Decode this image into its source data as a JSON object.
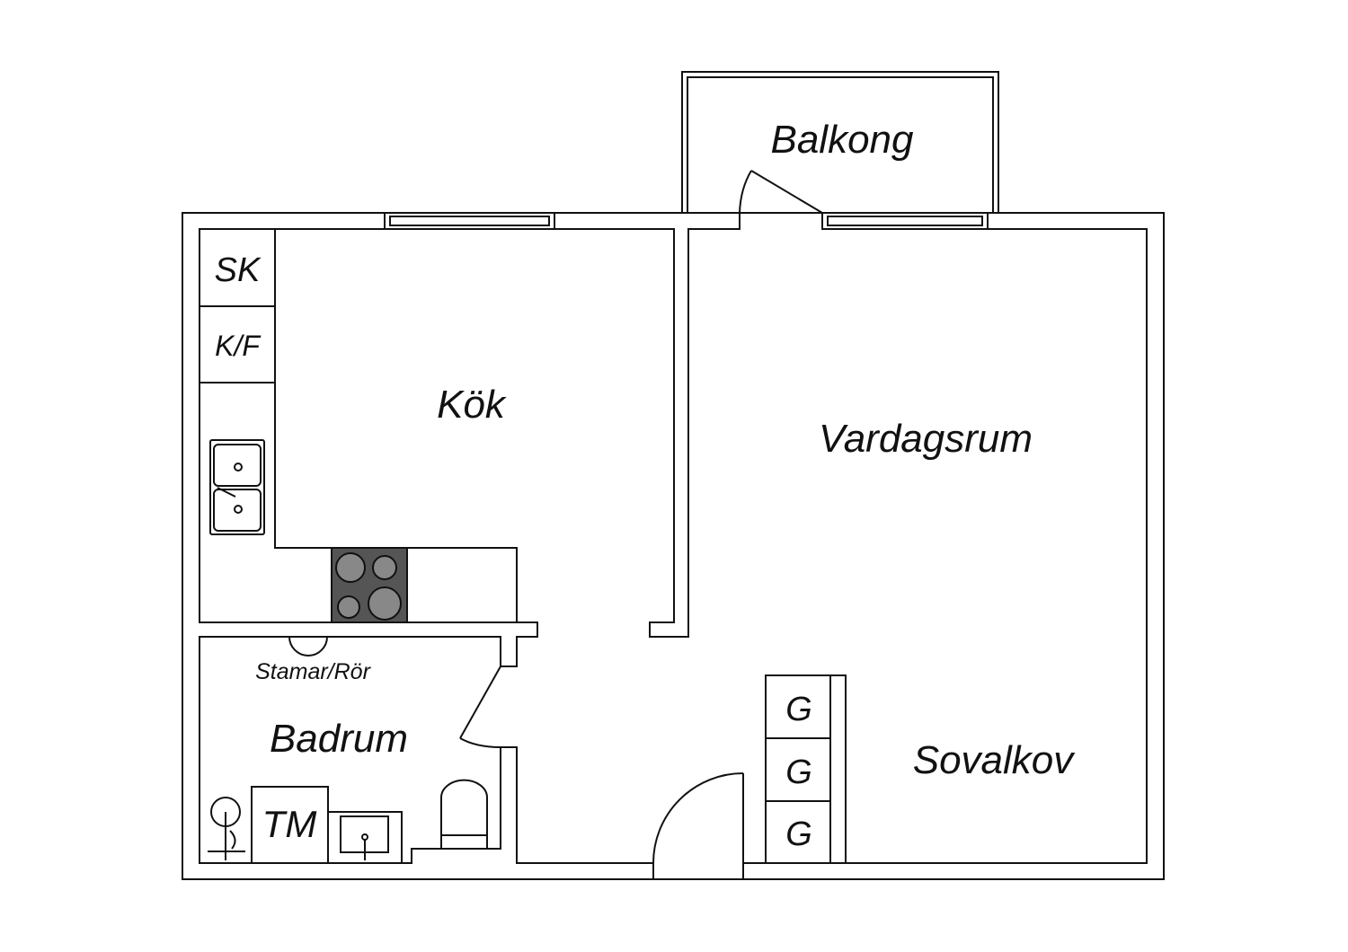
{
  "rooms": {
    "balcony": "Balkong",
    "kitchen": "Kök",
    "living_room": "Vardagsrum",
    "bedroom_alcove": "Sovalkov",
    "bathroom": "Badrum"
  },
  "fixtures": {
    "cabinet": "SK",
    "fridge_freezer": "K/F",
    "pipes": "Stamar/Rör",
    "washing_machine": "TM",
    "wardrobes": [
      "G",
      "G",
      "G"
    ]
  },
  "colors": {
    "wall": "#111111",
    "stove": "#555555",
    "burner": "#888888"
  }
}
